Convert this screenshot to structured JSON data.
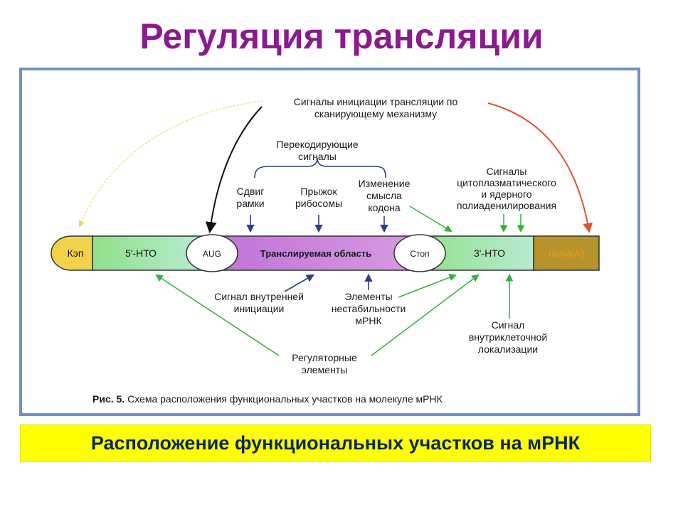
{
  "title": "Регуляция трансляции",
  "mrna": {
    "cap": "Кэп",
    "utr5": "5'-НТО",
    "aug": "AUG",
    "coding": "Транслируемая область",
    "stop": "Стоп",
    "utr3": "3'-НТО",
    "polya": "поли(А)"
  },
  "labels": {
    "scanning_line1": "Сигналы инициации трансляции по",
    "scanning_line2": "сканирующему механизму",
    "recoding_line1": "Перекодирующие",
    "recoding_line2": "сигналы",
    "frameshift_line1": "Сдвиг",
    "frameshift_line2": "рамки",
    "hop_line1": "Прыжок",
    "hop_line2": "рибосомы",
    "codon_line1": "Изменение",
    "codon_line2": "смысла",
    "codon_line3": "кодона",
    "polyad_line1": "Сигналы",
    "polyad_line2": "цитоплазматического",
    "polyad_line3": "и ядерного",
    "polyad_line4": "полиаденилирования",
    "ires_line1": "Сигнал внутренней",
    "ires_line2": "инициации",
    "instab_line1": "Элементы",
    "instab_line2": "нестабильности",
    "instab_line3": "мРНК",
    "local_line1": "Сигнал",
    "local_line2": "внутриклеточной",
    "local_line3": "локализации",
    "reg_line1": "Регуляторные",
    "reg_line2": "элементы"
  },
  "caption": {
    "prefix": "Рис. 5.",
    "text": " Схема расположения функциональных участков на молекуле мРНК"
  },
  "footer": "Расположение функциональных участков на мРНК",
  "colors": {
    "title": "#8b1a8f",
    "cap": "#f2d24a",
    "utr": "#a7e88f",
    "coding": "#c77fd6",
    "polya": "#b8922a",
    "green_arrow": "#2db33a",
    "blue_arrow": "#2a3f8c",
    "red_arrow": "#e0532e",
    "yellow_arrow": "#f0e060",
    "footer_bg": "#ffff00",
    "footer_text": "#0a2a5a"
  }
}
